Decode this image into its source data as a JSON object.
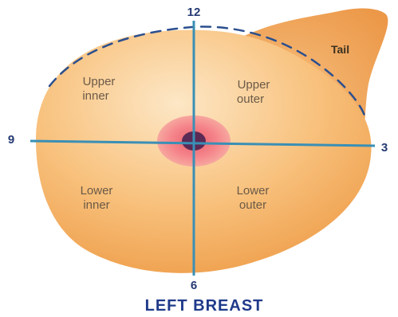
{
  "diagram": {
    "title": "LEFT BREAST",
    "clock_labels": {
      "top": "12",
      "right": "3",
      "bottom": "6",
      "left": "9"
    },
    "quadrants": {
      "upper_inner": {
        "line1": "Upper",
        "line2": "inner"
      },
      "upper_outer": {
        "line1": "Upper",
        "line2": "outer"
      },
      "lower_inner": {
        "line1": "Lower",
        "line2": "inner"
      },
      "lower_outer": {
        "line1": "Lower",
        "line2": "outer"
      }
    },
    "tail_label": "Tail",
    "colors": {
      "breast_fill": "#f5b567",
      "breast_highlight": "#fde7c6",
      "tail_fill": "#f0a65a",
      "axis_line": "#3a8fb5",
      "dashed_outline": "#2b4f8f",
      "areola": "#f48c86",
      "nipple": "#5b2a55",
      "title": "#1f3a8a"
    }
  }
}
